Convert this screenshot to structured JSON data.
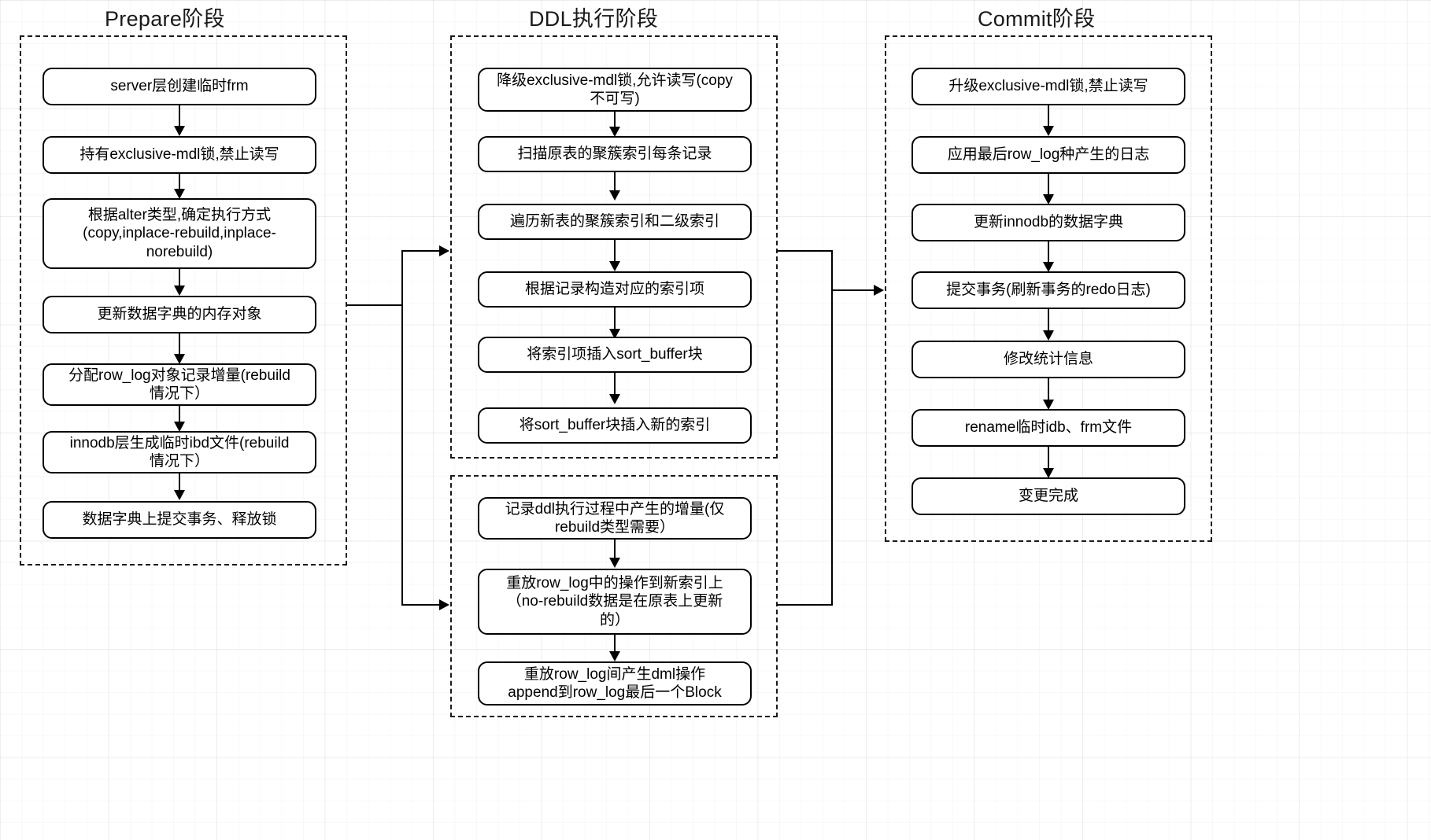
{
  "diagram": {
    "title_prepare": "Prepare阶段",
    "title_ddl": "DDL执行阶段",
    "title_commit": "Commit阶段"
  },
  "phases": {
    "prepare": {
      "label": "Prepare阶段",
      "nodes": [
        "server层创建临时frm",
        "持有exclusive-mdl锁,禁止读写",
        "根据alter类型,确定执行方式\n(copy,inplace-rebuild,inplace-\nnorebuild)",
        "更新数据字典的内存对象",
        "分配row_log对象记录增量(rebuild\n情况下）",
        "innodb层生成临时ibd文件(rebuild\n情况下）",
        "数据字典上提交事务、释放锁"
      ]
    },
    "ddl_upper": {
      "label": "DDL执行阶段",
      "nodes": [
        "降级exclusive-mdl锁,允许读写(copy\n不可写)",
        "扫描原表的聚簇索引每条记录",
        "遍历新表的聚簇索引和二级索引",
        "根据记录构造对应的索引项",
        "将索引项插入sort_buffer块",
        "将sort_buffer块插入新的索引"
      ]
    },
    "ddl_lower": {
      "nodes": [
        "记录ddl执行过程中产生的增量(仅\nrebuild类型需要）",
        "重放row_log中的操作到新索引上\n（no-rebuild数据是在原表上更新\n的）",
        "重放row_log间产生dml操作\nappend到row_log最后一个Block"
      ]
    },
    "commit": {
      "label": "Commit阶段",
      "nodes": [
        "升级exclusive-mdl锁,禁止读写",
        "应用最后row_log种产生的日志",
        "更新innodb的数据字典",
        "提交事务(刷新事务的redo日志)",
        "修改统计信息",
        "rename临时idb、frm文件",
        "变更完成"
      ]
    }
  },
  "colors": {
    "stroke": "#000000",
    "phase_border": "#1a1a1a",
    "node_fill": "#ffffff",
    "background": "#ffffff"
  }
}
